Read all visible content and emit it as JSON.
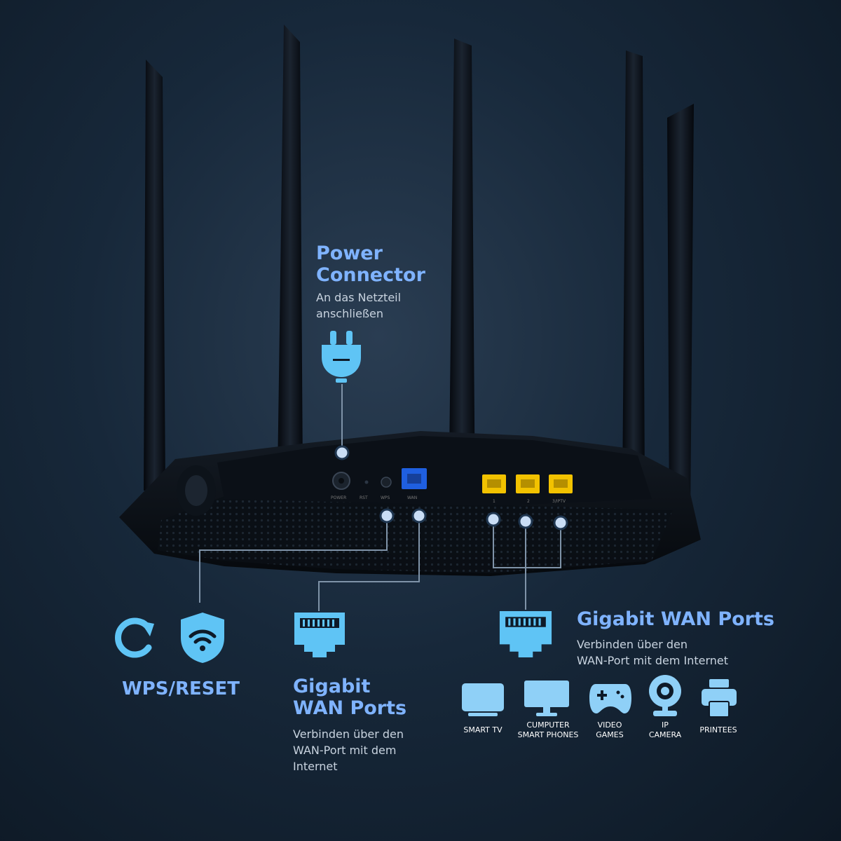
{
  "power": {
    "title_line1": "Power",
    "title_line2": "Connector",
    "desc_line1": "An das Netzteil",
    "desc_line2": "anschließen",
    "icon": "power-plug-icon"
  },
  "wps_reset": {
    "label": "WPS/RESET",
    "icons": [
      "refresh-icon",
      "wifi-shield-icon"
    ]
  },
  "wan_left": {
    "title_line1": "Gigabit",
    "title_line2": "WAN Ports",
    "desc_line1": "Verbinden über den",
    "desc_line2": "WAN-Port mit dem",
    "desc_line3": "Internet",
    "icon": "ethernet-port-icon"
  },
  "wan_right": {
    "title": "Gigabit WAN Ports",
    "desc_line1": "Verbinden über den",
    "desc_line2": "WAN-Port mit dem Internet",
    "icon": "ethernet-port-icon"
  },
  "devices": [
    {
      "icon": "smart-tv-icon",
      "line1": "SMART TV",
      "line2": ""
    },
    {
      "icon": "computer-monitor-icon",
      "line1": "CUMPUTER",
      "line2": "SMART PHONES"
    },
    {
      "icon": "gamepad-icon",
      "line1": "VIDEO",
      "line2": "GAMES"
    },
    {
      "icon": "ip-camera-icon",
      "line1": "IP",
      "line2": "CAMERA"
    },
    {
      "icon": "printer-icon",
      "line1": "PRINTEES",
      "line2": ""
    }
  ],
  "router_labels": {
    "power": "POWER",
    "rst": "RST",
    "wps": "WPS",
    "wan": "WAN",
    "lan1": "1",
    "lan2": "2",
    "lan3": "3/IPTV"
  },
  "colors": {
    "accent_blue": "#7fb3ff",
    "icon_blue": "#5fc4f5",
    "lan_yellow": "#f2c200",
    "wan_blue": "#1f5fe0"
  }
}
